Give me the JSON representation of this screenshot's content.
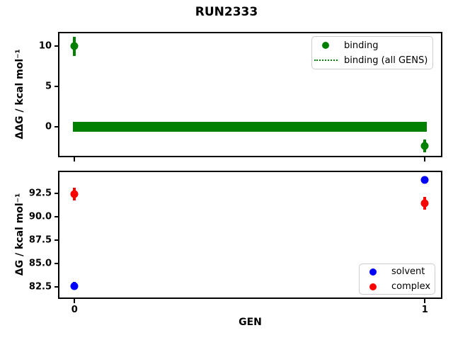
{
  "figure": {
    "title": "RUN2333",
    "xlabel": "GEN",
    "background": "#ffffff"
  },
  "colors": {
    "binding": "#008000",
    "solvent": "#0000ff",
    "complex": "#ff0000",
    "axis": "#000000",
    "legend_border": "#cccccc"
  },
  "chart_data": [
    {
      "type": "scatter",
      "ylabel": "ΔΔG / kcal mol⁻¹",
      "xlabel": "",
      "xlim": [
        -0.047,
        1.05
      ],
      "ylim": [
        -3.8,
        11.8
      ],
      "xticks": [
        0,
        1
      ],
      "xticklabels": [
        "",
        ""
      ],
      "yticks": [
        0,
        5,
        10
      ],
      "yticklabels": [
        "0",
        "5",
        "10"
      ],
      "grid": false,
      "legend": {
        "position": "upper right",
        "entries": [
          {
            "label": "binding",
            "marker": "circle",
            "color": "#008000"
          },
          {
            "label": "binding (all GENS)",
            "marker": "dotted-line",
            "color": "#008000"
          }
        ]
      },
      "series": [
        {
          "name": "binding",
          "style": "errorbar-scatter",
          "marker": "circle",
          "color": "#008000",
          "x": [
            0,
            1
          ],
          "y": [
            10.0,
            -2.4
          ],
          "yerr": [
            1.2,
            0.8
          ]
        },
        {
          "name": "binding (all GENS)",
          "style": "band",
          "color": "#008000",
          "x": [
            0,
            1
          ],
          "y": 0.0,
          "half_width": 0.65
        }
      ]
    },
    {
      "type": "scatter",
      "ylabel": "ΔG / kcal mol⁻¹",
      "xlabel": "GEN",
      "xlim": [
        -0.047,
        1.05
      ],
      "ylim": [
        81.2,
        94.9
      ],
      "xticks": [
        0,
        1
      ],
      "xticklabels": [
        "0",
        "1"
      ],
      "yticks": [
        82.5,
        85.0,
        87.5,
        90.0,
        92.5
      ],
      "yticklabels": [
        "82.5",
        "85.0",
        "87.5",
        "90.0",
        "92.5"
      ],
      "grid": false,
      "legend": {
        "position": "lower right",
        "entries": [
          {
            "label": "solvent",
            "marker": "circle",
            "color": "#0000ff"
          },
          {
            "label": "complex",
            "marker": "circle",
            "color": "#ff0000"
          }
        ]
      },
      "series": [
        {
          "name": "solvent",
          "style": "errorbar-scatter",
          "marker": "circle",
          "color": "#0000ff",
          "x": [
            0,
            1
          ],
          "y": [
            82.6,
            93.9
          ],
          "yerr": [
            0.45,
            0.3
          ]
        },
        {
          "name": "complex",
          "style": "errorbar-scatter",
          "marker": "circle",
          "color": "#ff0000",
          "x": [
            0,
            1
          ],
          "y": [
            92.4,
            91.4
          ],
          "yerr": [
            0.7,
            0.7
          ]
        }
      ]
    }
  ]
}
